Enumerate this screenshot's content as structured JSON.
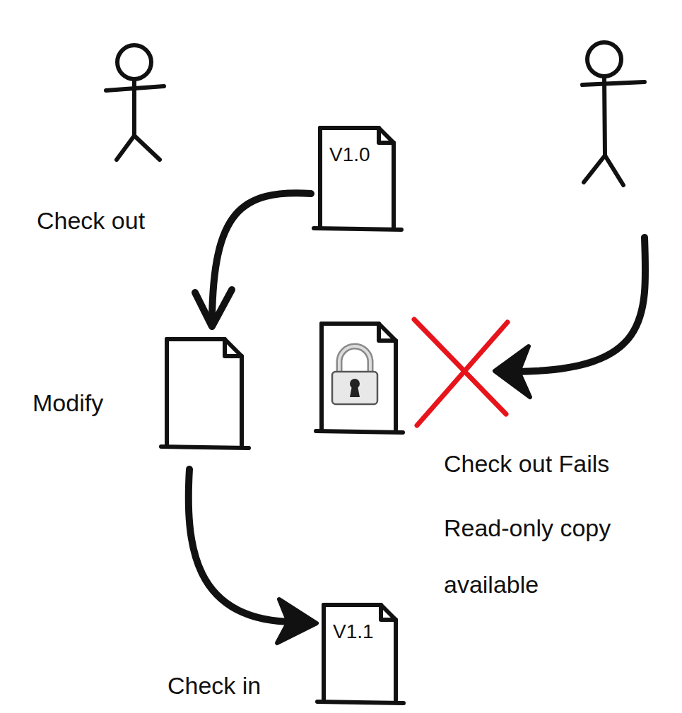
{
  "diagram": {
    "nodes": [
      {
        "text": [
          "V1.0"
        ]
      },
      {
        "text": [
          "V1.1"
        ]
      }
    ],
    "labels": [
      "Check out",
      "Modify",
      "Check in",
      "Check out Fails",
      "Read-only copy available"
    ]
  }
}
